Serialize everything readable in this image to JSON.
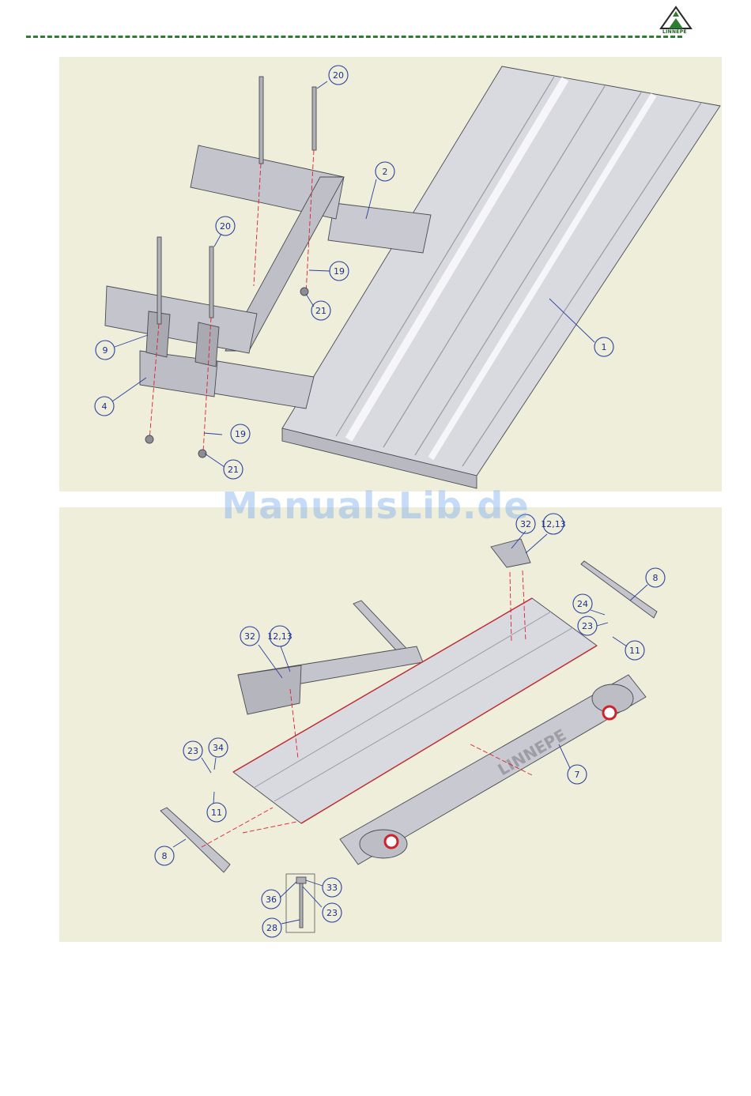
{
  "header": {
    "logo_text": "LINNEPE",
    "logo_icon": "triangle-mountain-icon",
    "rule_color": "#2e7d32"
  },
  "watermark": "ManualsLib.de",
  "colors": {
    "panel": "#eeeedb",
    "callout": "#2a3f9f",
    "assembly_axis": "#e0202a",
    "part_grey": "#cfcfd6"
  },
  "diagram_top": {
    "callouts": [
      "20",
      "2",
      "20",
      "19",
      "21",
      "9",
      "1",
      "4",
      "19",
      "21"
    ]
  },
  "diagram_bottom": {
    "callouts": [
      "32",
      "12,13",
      "8",
      "24",
      "23",
      "11",
      "32",
      "12,13",
      "7",
      "23",
      "34",
      "11",
      "8",
      "33",
      "36",
      "23",
      "28"
    ],
    "brand_mark": "LINNEPE"
  }
}
